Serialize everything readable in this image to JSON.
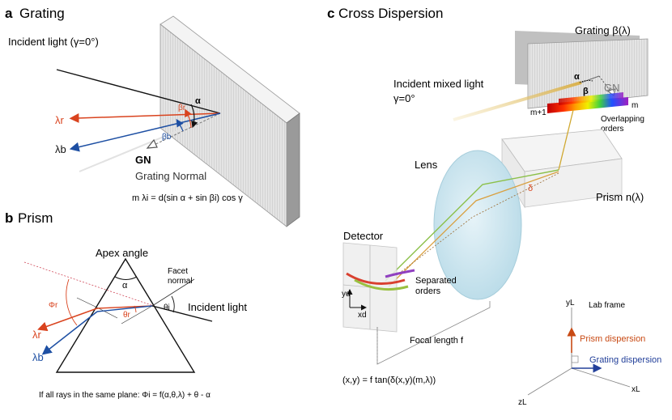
{
  "panels": {
    "a": {
      "letter": "a",
      "title": "Grating"
    },
    "b": {
      "letter": "b",
      "title": "Prism"
    },
    "c": {
      "letter": "c",
      "title": "Cross Dispersion"
    }
  },
  "grating": {
    "incident": "Incident light (γ=0°)",
    "alpha": "α",
    "beta_r": "βr",
    "beta_b": "βb",
    "lambda_r": "λr",
    "lambda_b": "λb",
    "gn": "GN",
    "grating_normal": "Grating Normal",
    "equation": "m λi = d(sin α + sin βi) cos γ"
  },
  "prism": {
    "apex_angle": "Apex angle",
    "alpha": "α",
    "facet_normal_1": "Facet",
    "facet_normal_2": "normal",
    "incident": "Incident light",
    "phi_r": "Φr",
    "theta_r": "θr",
    "theta_i": "θi",
    "lambda_r": "λr",
    "lambda_b": "λb",
    "equation": "If all rays in the same plane: Φi = f(α,θ,λ) + θ - α"
  },
  "cross": {
    "grating_label": "Grating β(λ)",
    "incident_1": "Incident mixed light",
    "incident_2": "γ=0°",
    "alpha": "α",
    "beta": "β",
    "gn": "GN",
    "m_plus_1": "m+1",
    "m": "m",
    "overlap_1": "Overlapping",
    "overlap_2": "orders",
    "lens": "Lens",
    "delta": "δ",
    "prism": "Prism n(λ)",
    "detector": "Detector",
    "sep_1": "Separated",
    "sep_2": "orders",
    "yd": "yd",
    "xd": "xd",
    "focal": "Focal length f",
    "equation": "(x,y) = f tan(δ(x,y)(m,λ))",
    "lab_frame": "Lab frame",
    "yl": "yL",
    "xl": "xL",
    "zl": "zL",
    "prism_disp": "Prism dispersion",
    "grating_disp": "Grating dispersion"
  },
  "colors": {
    "red_ray": "#d9431e",
    "blue_ray": "#1d4fa3",
    "orange": "#c84a14",
    "navy": "#23409a",
    "lens_fill": "#cfe6ef"
  }
}
